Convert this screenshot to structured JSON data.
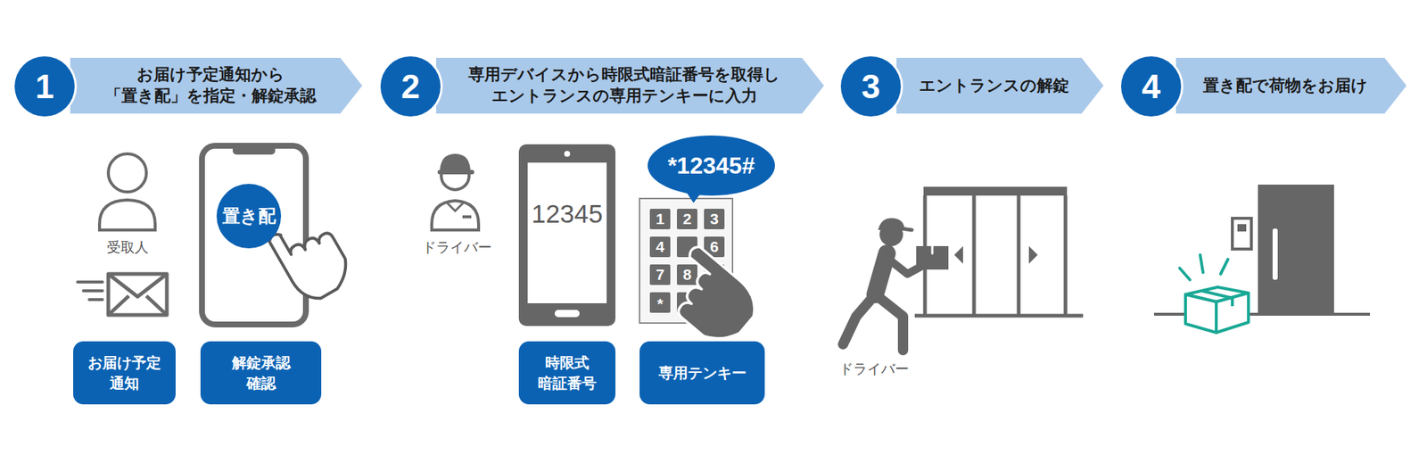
{
  "diagram": {
    "nodes": [
      {
        "text": [
          "1"
        ]
      },
      {
        "text": [
          "お届け予定通知から 「置き配」を指定・解錠承認"
        ]
      },
      {
        "text": [
          "2"
        ]
      },
      {
        "text": [
          "専用デバイスから時限式暗証番号を取得し エントランスの専用テンキーに入力"
        ]
      },
      {
        "text": [
          "3"
        ]
      },
      {
        "text": [
          "エントランスの解錠"
        ]
      },
      {
        "text": [
          "4"
        ]
      },
      {
        "text": [
          "置き配で荷物をお届け"
        ]
      },
      {
        "text": [
          "置き配"
        ]
      },
      {
        "text": [
          "お届け予定 通知"
        ]
      },
      {
        "text": [
          "解錠承認 確認"
        ]
      },
      {
        "text": [
          "12345"
        ]
      },
      {
        "text": [
          "*12345#"
        ]
      },
      {
        "text": [
          "時限式 暗証番号"
        ]
      },
      {
        "text": [
          "専用テンキー"
        ]
      }
    ],
    "labels": [
      "受取人",
      "ドライバー",
      "1",
      "2",
      "3",
      "4",
      "6",
      "7",
      "8",
      "*",
      "ドライバー"
    ]
  }
}
